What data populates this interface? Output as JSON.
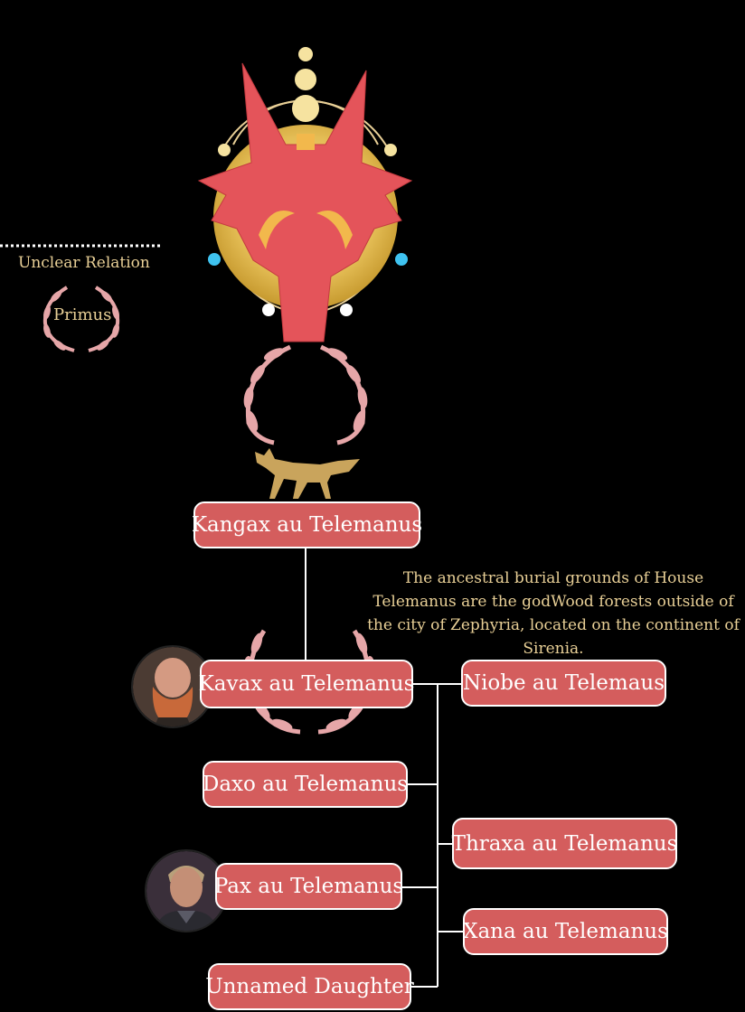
{
  "note": "The ancestral burial grounds of House Telemanus are the godWood forests outside of the city of Zephyria, located on the continent of Sirenia.",
  "legend": {
    "unclear_relation": "Unclear Relation",
    "primus": "Primus"
  },
  "members": {
    "kangax": "Kangax au Telemanus",
    "kavax": "Kavax au Telemanus",
    "niobe": "Niobe au Telemaus",
    "daxo": "Daxo au Telemanus",
    "thraxa": "Thraxa au Telemanus",
    "pax": "Pax au Telemanus",
    "xana": "Xana au Telemanus",
    "unnamed": "Unnamed Daughter"
  },
  "colors": {
    "node_fill": "#d45d5d",
    "gold_text": "#e8cf96",
    "laurel": "#e6a6a8",
    "sigil_red": "#e4545a",
    "sun_gold": "#e9c35d",
    "orb_blue": "#3fc3f0"
  },
  "icons": [
    "fox-sigil-icon",
    "sun-emblem-icon",
    "laurel-wreath-icon",
    "walking-fox-icon"
  ]
}
